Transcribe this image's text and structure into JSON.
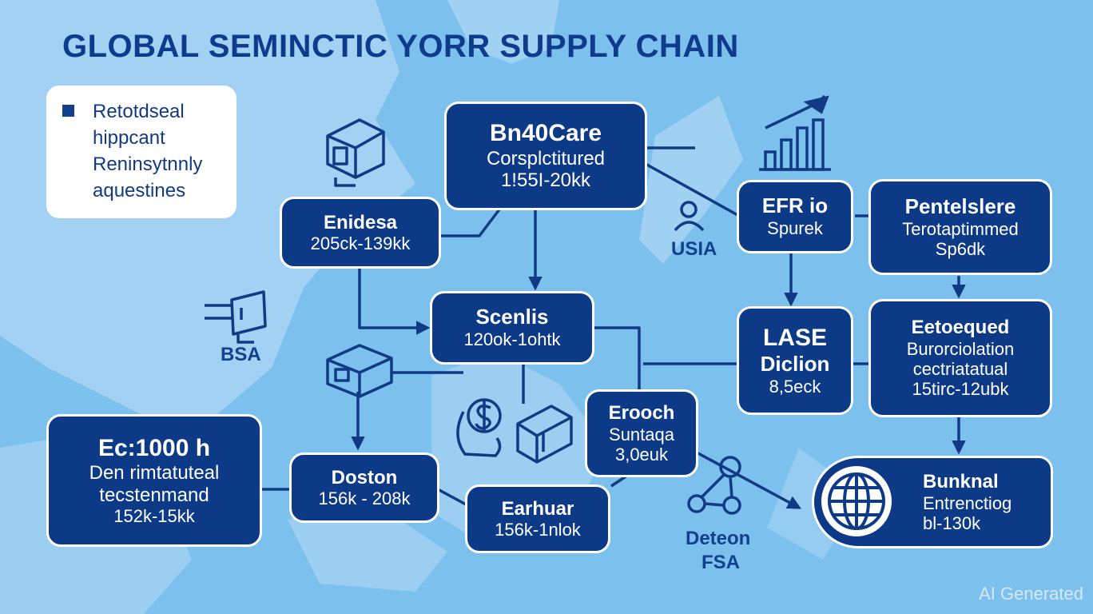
{
  "title": "GLOBAL SEMINCTIC YORR SUPPLY CHAIN",
  "legend": {
    "lines": [
      "Retotdseal",
      "hippcant",
      "Reninsytnnly",
      "aquestines"
    ]
  },
  "nodes": {
    "bn40care": {
      "title": "Bn40Care",
      "line1": "Corsplctitured",
      "line2": "1!55I-20kk"
    },
    "enidesa": {
      "title": "Enidesa",
      "line1": "205ck-139kk"
    },
    "scenlis": {
      "title": "Scenlis",
      "line1": "120ok-1ohtk"
    },
    "efr_io": {
      "title": "EFR io",
      "line1": "Spurek"
    },
    "pentelslere": {
      "title": "Pentelslere",
      "line1": "Terotaptimmed",
      "line2": "Sp6dk"
    },
    "lase": {
      "title": "LASE",
      "line1": "Diclion",
      "line2": "8,5eck"
    },
    "etoequed": {
      "title": "Eetoequed",
      "line1": "Burorciolation",
      "line2": "cectriatatual",
      "line3": "15tirc-12ubk"
    },
    "ec1000": {
      "title": "Ec:1000 h",
      "line1": "Den rimtatuteal",
      "line2": "tecstenmand",
      "line3": "152k-15kk"
    },
    "doston": {
      "title": "Doston",
      "line1": "156k - 208k"
    },
    "earhuar": {
      "title": "Earhuar",
      "line1": "156k-1nlok"
    },
    "erooch": {
      "title": "Erooch",
      "line1": "Suntaqa",
      "line2": "3,0euk"
    },
    "bunknal": {
      "title": "Bunknal",
      "line1": "Entrenctiog",
      "line2": "bl-130k"
    }
  },
  "labels": {
    "usia": "USIA",
    "bsa": "BSA",
    "deteon": "Deteon",
    "fsa": "FSA"
  },
  "icons": [
    "server-icon",
    "bar-chart-icon",
    "person-icon",
    "plug-icon",
    "box-icon",
    "dollar-hand-icon",
    "package-icon",
    "network-icon",
    "globe-icon",
    "legend-square-icon"
  ],
  "colors": {
    "node_fill": "#0d3a86",
    "line": "#103a84",
    "background": "#7cc0ee",
    "title": "#0e3b8c"
  },
  "watermark": "AI Generated"
}
